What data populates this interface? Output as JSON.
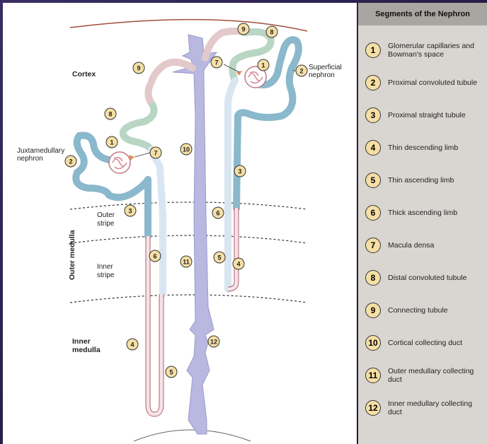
{
  "legend": {
    "title": "Segments of the Nephron",
    "items": [
      {
        "num": "1",
        "label": "Glomerular capillaries and Bowman's space"
      },
      {
        "num": "2",
        "label": "Proximal convoluted tubule"
      },
      {
        "num": "3",
        "label": "Proximal straight tubule"
      },
      {
        "num": "4",
        "label": "Thin descending limb"
      },
      {
        "num": "5",
        "label": "Thin ascending limb"
      },
      {
        "num": "6",
        "label": "Thick ascending limb"
      },
      {
        "num": "7",
        "label": "Macula densa"
      },
      {
        "num": "8",
        "label": "Distal convoluted tubule"
      },
      {
        "num": "9",
        "label": "Connecting tubule"
      },
      {
        "num": "10",
        "label": "Cortical collecting duct"
      },
      {
        "num": "11",
        "label": "Outer medullary collecting duct"
      },
      {
        "num": "12",
        "label": "Inner medullary collecting duct"
      }
    ]
  },
  "labels": {
    "cortex": "Cortex",
    "juxtamedullary": [
      "Juxtamedullary",
      "nephron"
    ],
    "superficial": [
      "Superficial",
      "nephron"
    ],
    "outer_stripe": [
      "Outer",
      "stripe"
    ],
    "inner_stripe": [
      "Inner",
      "stripe"
    ],
    "outer_medulla": "Outer medulla",
    "inner_medulla": [
      "Inner",
      "medulla"
    ]
  },
  "diagram_markers": [
    "9",
    "8",
    "7",
    "1",
    "2",
    "9",
    "8",
    "1",
    "7",
    "2",
    "10",
    "3",
    "3",
    "6",
    "6",
    "11",
    "5",
    "4",
    "12",
    "4",
    "5"
  ],
  "colors": {
    "proximal": "#8ab8cc",
    "distal": "#b9d6c4",
    "connecting": "#e3c8cc",
    "collecting": "#b8b8e0",
    "thin_limb": "#f4e4e6",
    "thick_ascending": "#d9e6f2",
    "glomerulus": "#d98c9c",
    "macula_densa": "#e28a5c",
    "marker_fill": "#f6dfa5",
    "legend_bg": "#d9d6d1",
    "legend_header": "#a9a6a1"
  }
}
